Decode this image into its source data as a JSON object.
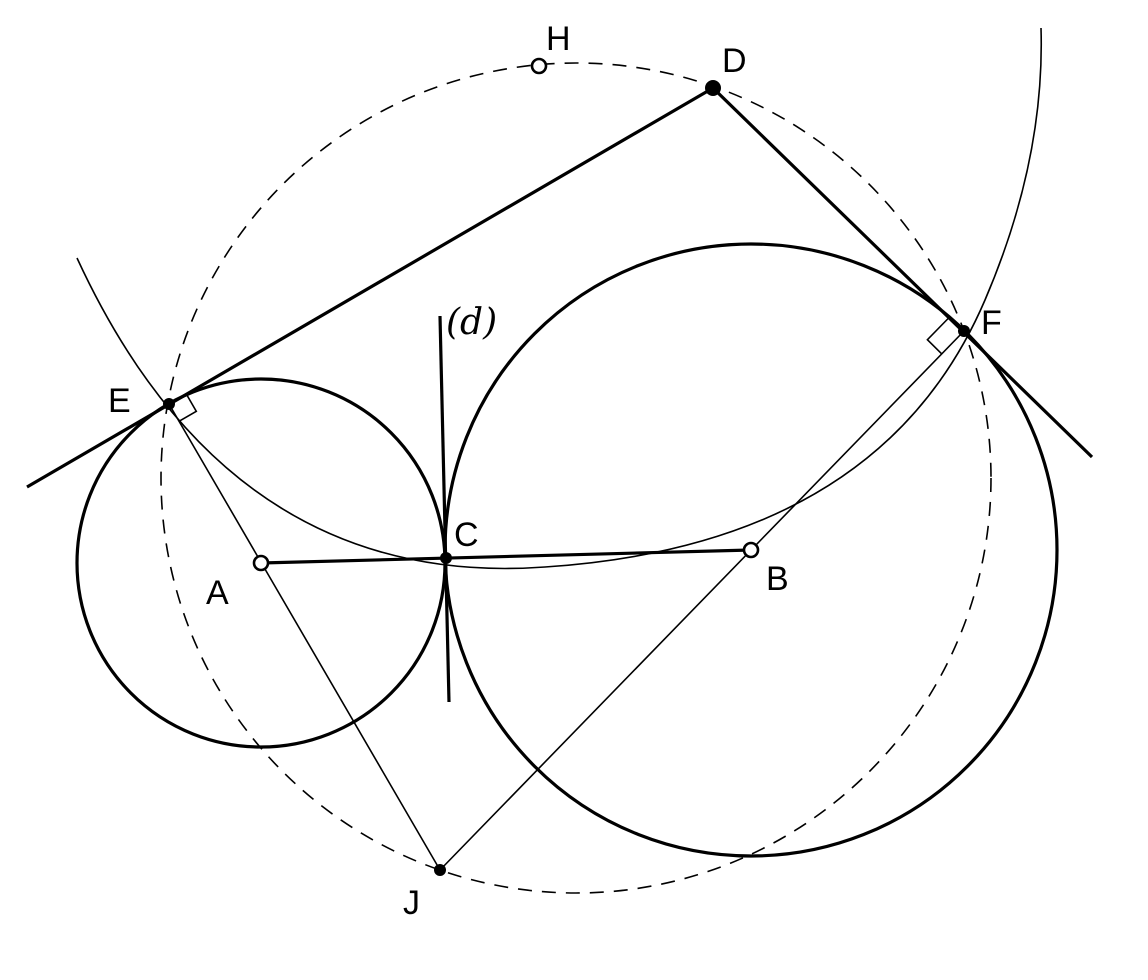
{
  "points": {
    "A": "A",
    "B": "B",
    "C": "C",
    "D": "D",
    "E": "E",
    "F": "F",
    "H": "H",
    "J": "J"
  },
  "line_label": "(d)"
}
